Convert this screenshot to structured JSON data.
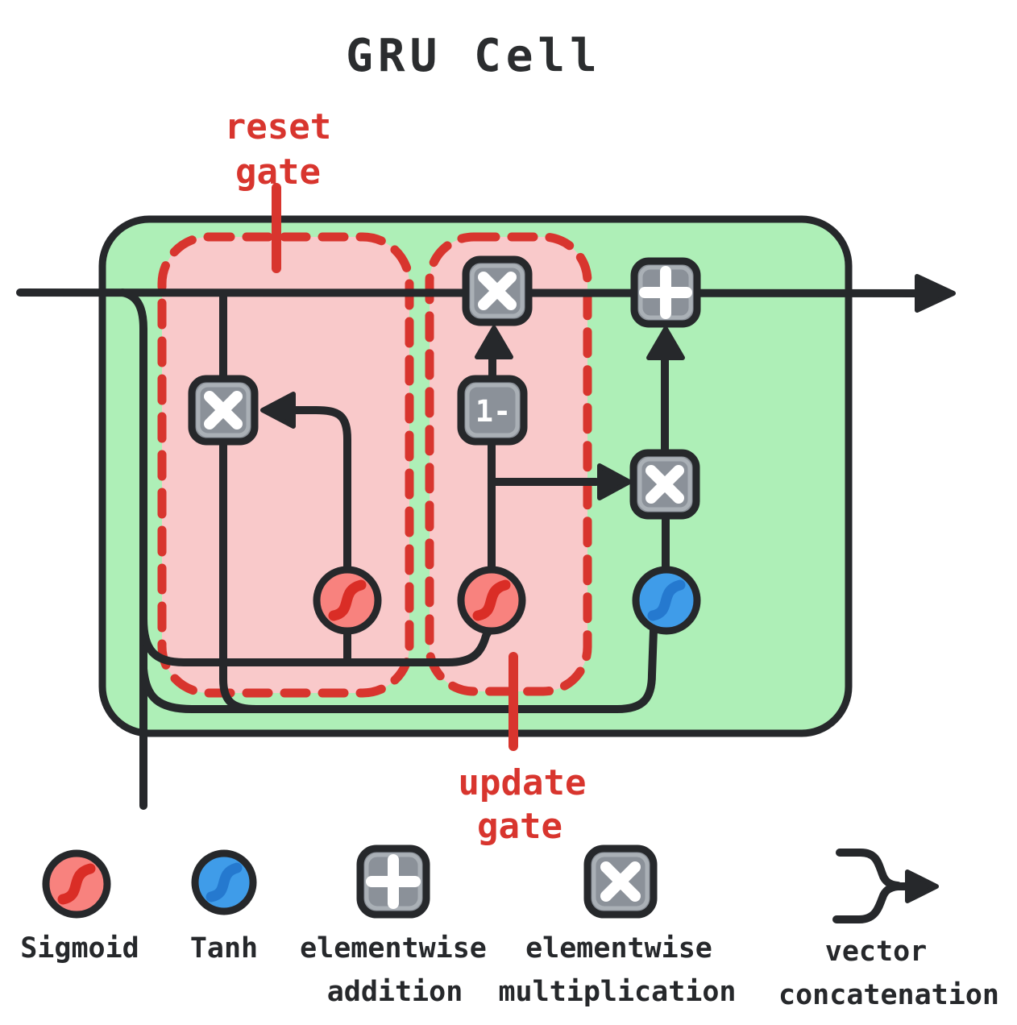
{
  "title": "GRU Cell",
  "annotations": {
    "reset_gate": {
      "line1": "reset",
      "line2": "gate"
    },
    "update_gate": {
      "line1": "update",
      "line2": "gate"
    }
  },
  "symbols": {
    "multiply": "×",
    "add": "+",
    "one_minus": "1-"
  },
  "legend": [
    {
      "icon": "sigmoid-circle-icon",
      "lines": [
        "Sigmoid",
        ""
      ]
    },
    {
      "icon": "tanh-circle-icon",
      "lines": [
        "Tanh",
        ""
      ]
    },
    {
      "icon": "elementwise-addition-icon",
      "lines": [
        "elementwise",
        "addition"
      ]
    },
    {
      "icon": "elementwise-multiplication-icon",
      "lines": [
        "elementwise",
        "multiplication"
      ]
    },
    {
      "icon": "vector-concatenation-icon",
      "lines": [
        "vector",
        "concatenation"
      ]
    }
  ],
  "colors": {
    "ink": "#26282b",
    "title_ink": "#2b2d2f",
    "cell_green": "#aeefb7",
    "gate_pink": "#f9c9ca",
    "gate_red": "#d8352e",
    "node_gray": "#8b9199",
    "node_gray_light": "#aab0b6",
    "glyph_white": "#ffffff",
    "sigmoid_red": "#f8827e",
    "sigmoid_curve_red": "#da2d26",
    "tanh_blue": "#3f9ce9",
    "tanh_curve_blue": "#2579cf"
  }
}
